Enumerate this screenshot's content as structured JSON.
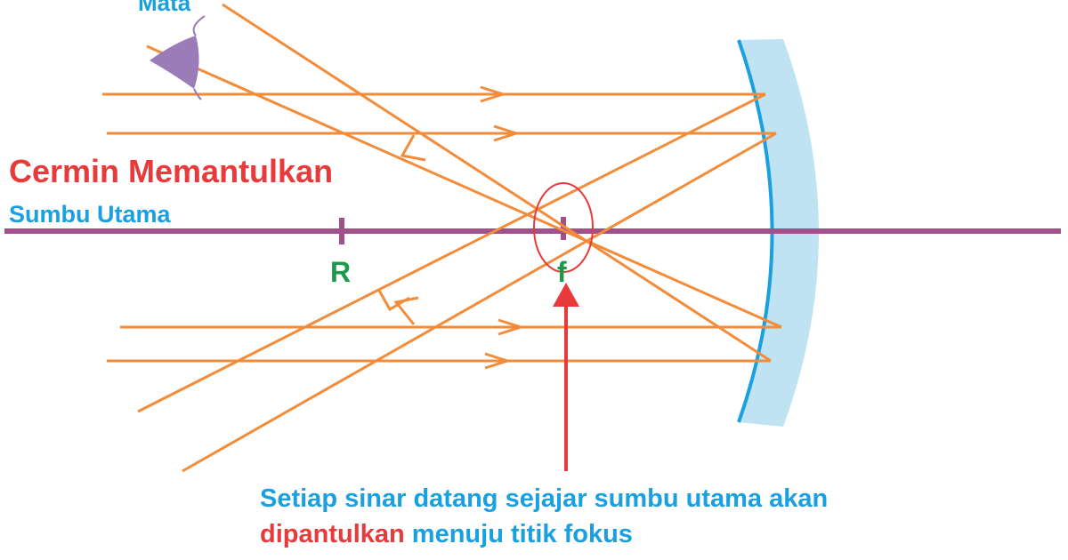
{
  "labels": {
    "eye": "Mata",
    "mirror_reflects": "Cermin Memantulkan",
    "principal_axis": "Sumbu Utama",
    "radius_point": "R",
    "focus_point": "f"
  },
  "caption": {
    "line1": "Setiap sinar datang sejajar sumbu utama akan",
    "line2_highlight": "dipantulkan",
    "line2_rest": " menuju titik fokus"
  },
  "colors": {
    "ray": "#f28c3a",
    "axis": "#a0508a",
    "mirror_fill": "#bfe3f2",
    "mirror_edge": "#1aa0e0",
    "label_blue": "#1aa0e0",
    "label_red": "#e83a3a",
    "label_green": "#1a9a4a",
    "eye": "#9b7bb8"
  }
}
